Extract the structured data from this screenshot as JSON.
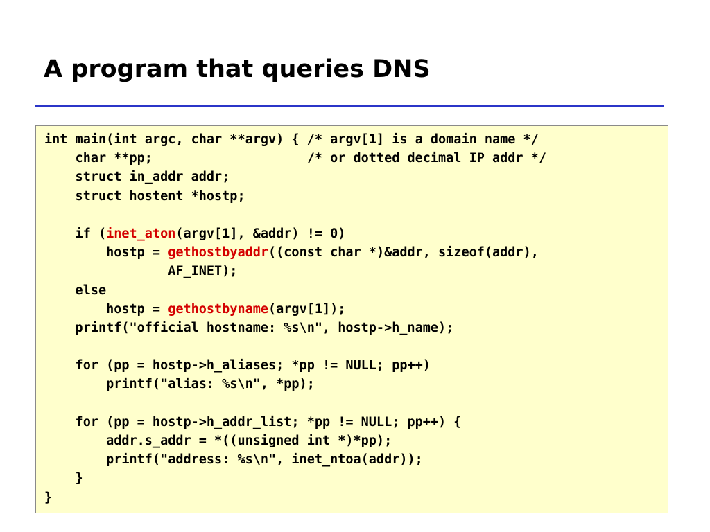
{
  "slide": {
    "title": "A program that queries DNS"
  },
  "code": {
    "lines": [
      [
        {
          "t": "int main(int argc, char **argv) { /* argv[1] is a domain name */"
        }
      ],
      [
        {
          "t": "    char **pp;                    /* or dotted decimal IP addr */"
        }
      ],
      [
        {
          "t": "    struct in_addr addr;"
        }
      ],
      [
        {
          "t": "    struct hostent *hostp;"
        }
      ],
      [
        {
          "t": ""
        }
      ],
      [
        {
          "t": "    if ("
        },
        {
          "t": "inet_aton",
          "hl": true
        },
        {
          "t": "(argv[1], &addr) != 0)"
        }
      ],
      [
        {
          "t": "        hostp = "
        },
        {
          "t": "gethostbyaddr",
          "hl": true
        },
        {
          "t": "((const char *)&addr, sizeof(addr),"
        }
      ],
      [
        {
          "t": "                AF_INET);"
        }
      ],
      [
        {
          "t": "    else"
        }
      ],
      [
        {
          "t": "        hostp = "
        },
        {
          "t": "gethostbyname",
          "hl": true
        },
        {
          "t": "(argv[1]);"
        }
      ],
      [
        {
          "t": "    printf(\"official hostname: %s\\n\", hostp->h_name);"
        }
      ],
      [
        {
          "t": ""
        }
      ],
      [
        {
          "t": "    for (pp = hostp->h_aliases; *pp != NULL; pp++)"
        }
      ],
      [
        {
          "t": "        printf(\"alias: %s\\n\", *pp);"
        }
      ],
      [
        {
          "t": ""
        }
      ],
      [
        {
          "t": "    for (pp = hostp->h_addr_list; *pp != NULL; pp++) {"
        }
      ],
      [
        {
          "t": "        addr.s_addr = *((unsigned int *)*pp);"
        }
      ],
      [
        {
          "t": "        printf(\"address: %s\\n\", inet_ntoa(addr));"
        }
      ],
      [
        {
          "t": "    }"
        }
      ],
      [
        {
          "t": "}"
        }
      ]
    ]
  },
  "colors": {
    "rule": "#2b35c8",
    "code_background": "#ffffcc",
    "function_highlight": "#d40000"
  }
}
